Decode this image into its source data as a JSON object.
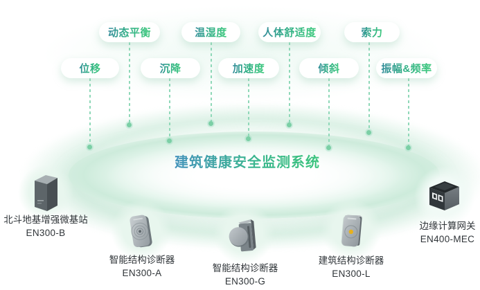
{
  "title": "建筑健康安全监测系统",
  "tags": {
    "row1": [
      "动态平衡",
      "温湿度",
      "人体舒适度",
      "索力"
    ],
    "row2": [
      "位移",
      "沉降",
      "加速度",
      "倾斜",
      "振幅&频率"
    ]
  },
  "devices": [
    {
      "name": "北斗地基增强微基站",
      "model": "EN300-B"
    },
    {
      "name": "智能结构诊断器",
      "model": "EN300-A"
    },
    {
      "name": "智能结构诊断器",
      "model": "EN300-G"
    },
    {
      "name": "建筑结构诊断器",
      "model": "EN300-L"
    },
    {
      "name": "边缘计算网关",
      "model": "EN400-MEC"
    }
  ],
  "colors": {
    "tag_text_gradient_start": "#33899b",
    "tag_text_gradient_end": "#3ecb7d",
    "title_gradient_start": "#4493bb",
    "title_gradient_end": "#3cc47d",
    "connector_line": "#8fd8b8",
    "connector_dot": "#7bcfa5",
    "platter_green": "#cdebdb",
    "label_text": "#2f3438"
  }
}
